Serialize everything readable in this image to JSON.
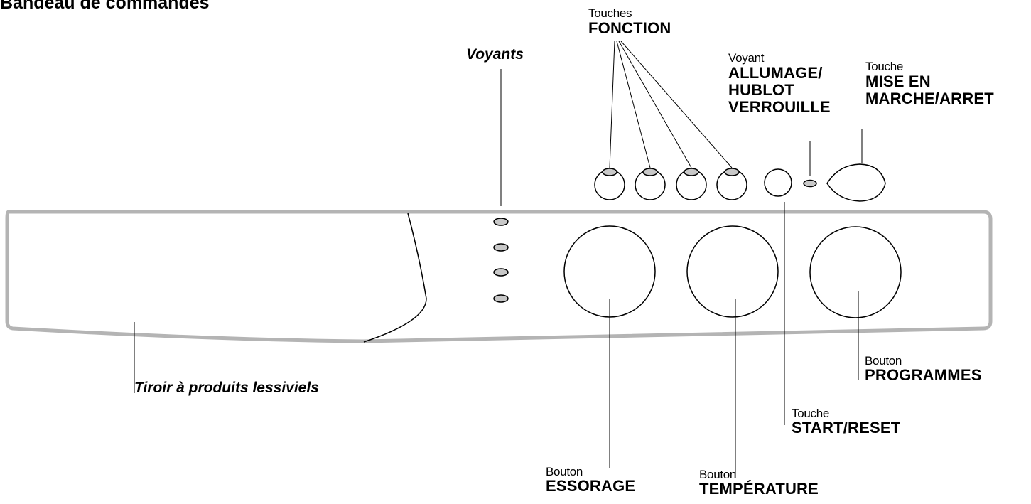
{
  "title": "Bandeau de commandes",
  "labels": {
    "voyants": "Voyants",
    "touches_fonction": {
      "small": "Touches",
      "big": "FONCTION"
    },
    "voyant_allumage": {
      "small": "Voyant",
      "big_lines": [
        "ALLUMAGE/",
        "HUBLOT",
        "VERROUILLE"
      ]
    },
    "touche_marche": {
      "small": "Touche",
      "big_lines": [
        "MISE EN",
        "MARCHE/ARRET"
      ]
    },
    "tiroir": "Tiroir à produits lessiviels",
    "bouton_programmes": {
      "small": "Bouton",
      "big": "PROGRAMMES"
    },
    "touche_start": {
      "small": "Touche",
      "big": "START/RESET"
    },
    "bouton_essorage": {
      "small": "Bouton",
      "big": "ESSORAGE"
    },
    "bouton_temperature": {
      "small": "Bouton",
      "big": "TEMPÉRATURE"
    }
  },
  "colors": {
    "panel_outline": "#b4b4b4",
    "indicator_fill": "#c8c8c8",
    "line": "#000000"
  }
}
